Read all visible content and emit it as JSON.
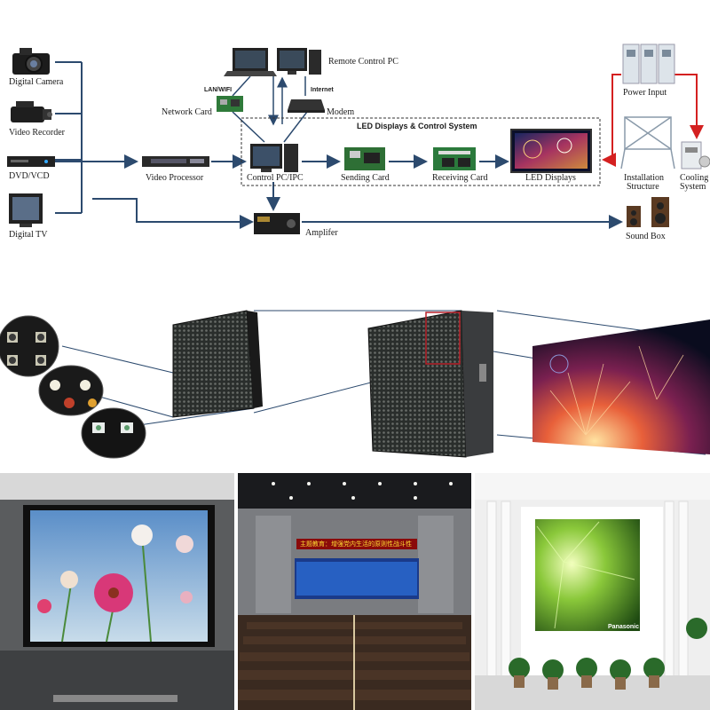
{
  "diagram": {
    "title": "LED Displays & Control System",
    "devices": {
      "digital_camera": "Digital Camera",
      "video_recorder": "Video Recorder",
      "dvd_vcd": "DVD/VCD",
      "digital_tv": "Digital TV",
      "video_processor": "Video Processor",
      "network_card": "Network Card",
      "lan_wifi": "LAN/WIFI",
      "remote_control_pc": "Remote Control PC",
      "internet": "Internet",
      "modem": "Modem",
      "control_pc": "Control PC/IPC",
      "sending_card": "Sending Card",
      "receiving_card": "Receiving Card",
      "led_displays": "LED Displays",
      "amplifier": "Amplifer",
      "power_input": "Power Input",
      "installation_structure_line1": "Installation",
      "installation_structure_line2": "Structure",
      "cooling_system_line1": "Cooling",
      "cooling_system_line2": "System",
      "sound_box": "Sound Box"
    },
    "colors": {
      "arrow": "#2c4a6e",
      "power_arrow": "#d42020"
    }
  },
  "photos": {
    "auditorium_ticker": "主题教育：增强党内生活的原则性战斗性",
    "brand": "Panasonic"
  }
}
